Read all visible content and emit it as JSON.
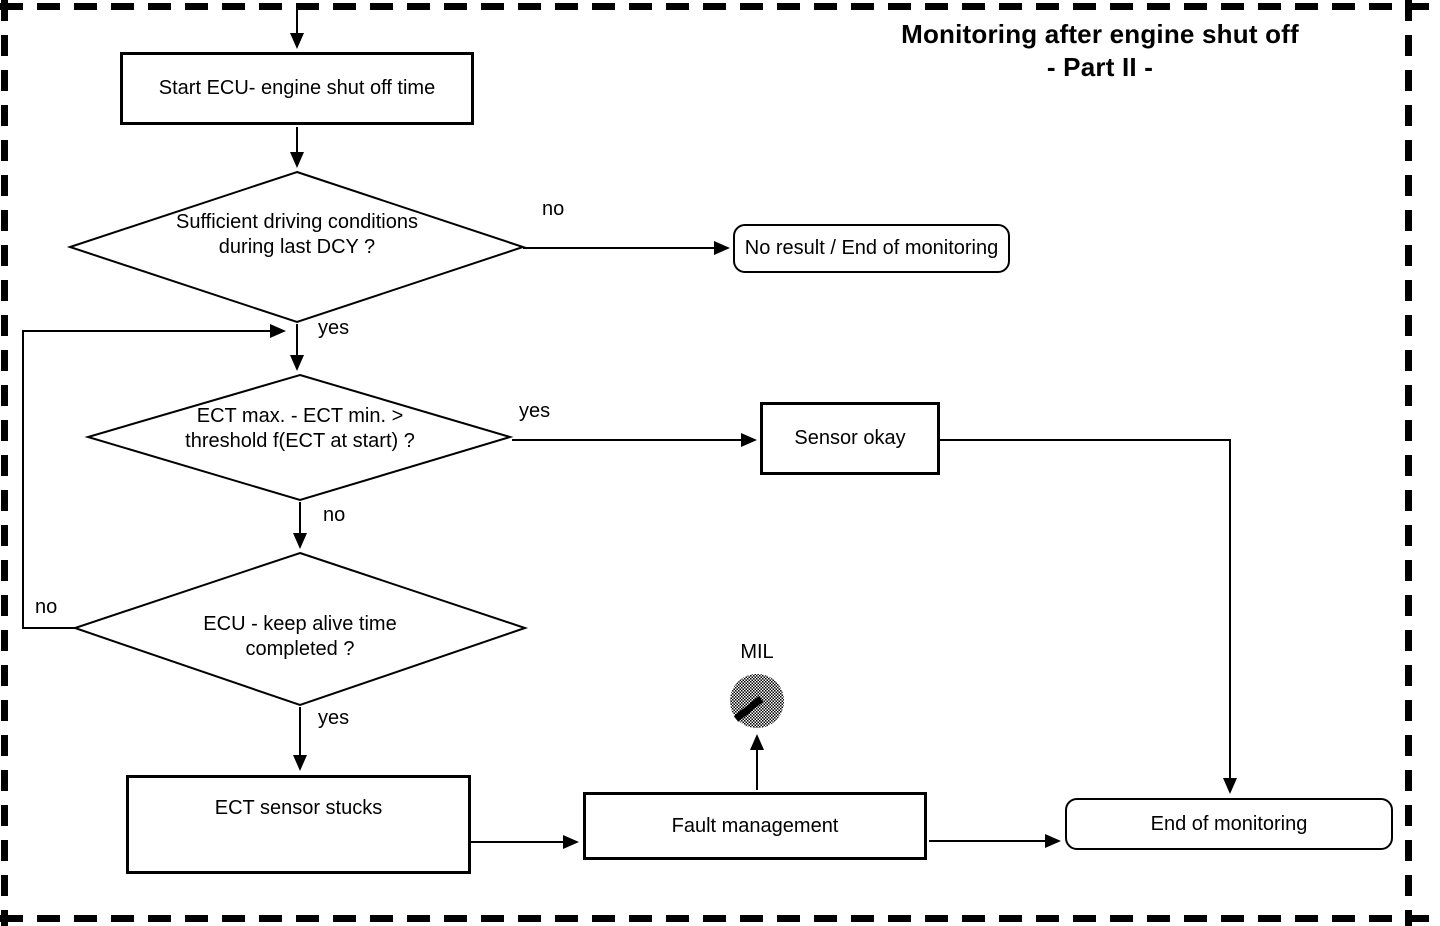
{
  "title": {
    "line1": "Monitoring after engine shut off",
    "line2": "- Part II -"
  },
  "nodes": {
    "start": {
      "label": "Start ECU- engine shut off time"
    },
    "decision_driving": {
      "line1": "Sufficient driving conditions",
      "line2": "during last DCY ?"
    },
    "no_result": {
      "label": "No result / End of monitoring"
    },
    "decision_ect": {
      "line1": "ECT max. - ECT min. >",
      "line2": "threshold f(ECT at start) ?"
    },
    "sensor_okay": {
      "label": "Sensor okay"
    },
    "decision_keep_alive": {
      "line1": "ECU - keep alive time",
      "line2": "completed ?"
    },
    "ect_stucks": {
      "label": "ECT sensor stucks"
    },
    "fault_management": {
      "label": "Fault management"
    },
    "mil": {
      "label": "MIL"
    },
    "end": {
      "label": "End of monitoring"
    }
  },
  "edge_labels": {
    "driving_no": "no",
    "driving_yes": "yes",
    "ect_yes": "yes",
    "ect_no": "no",
    "keep_alive_no": "no",
    "keep_alive_yes": "yes"
  },
  "colors": {
    "ink": "#000000",
    "background": "#ffffff"
  }
}
